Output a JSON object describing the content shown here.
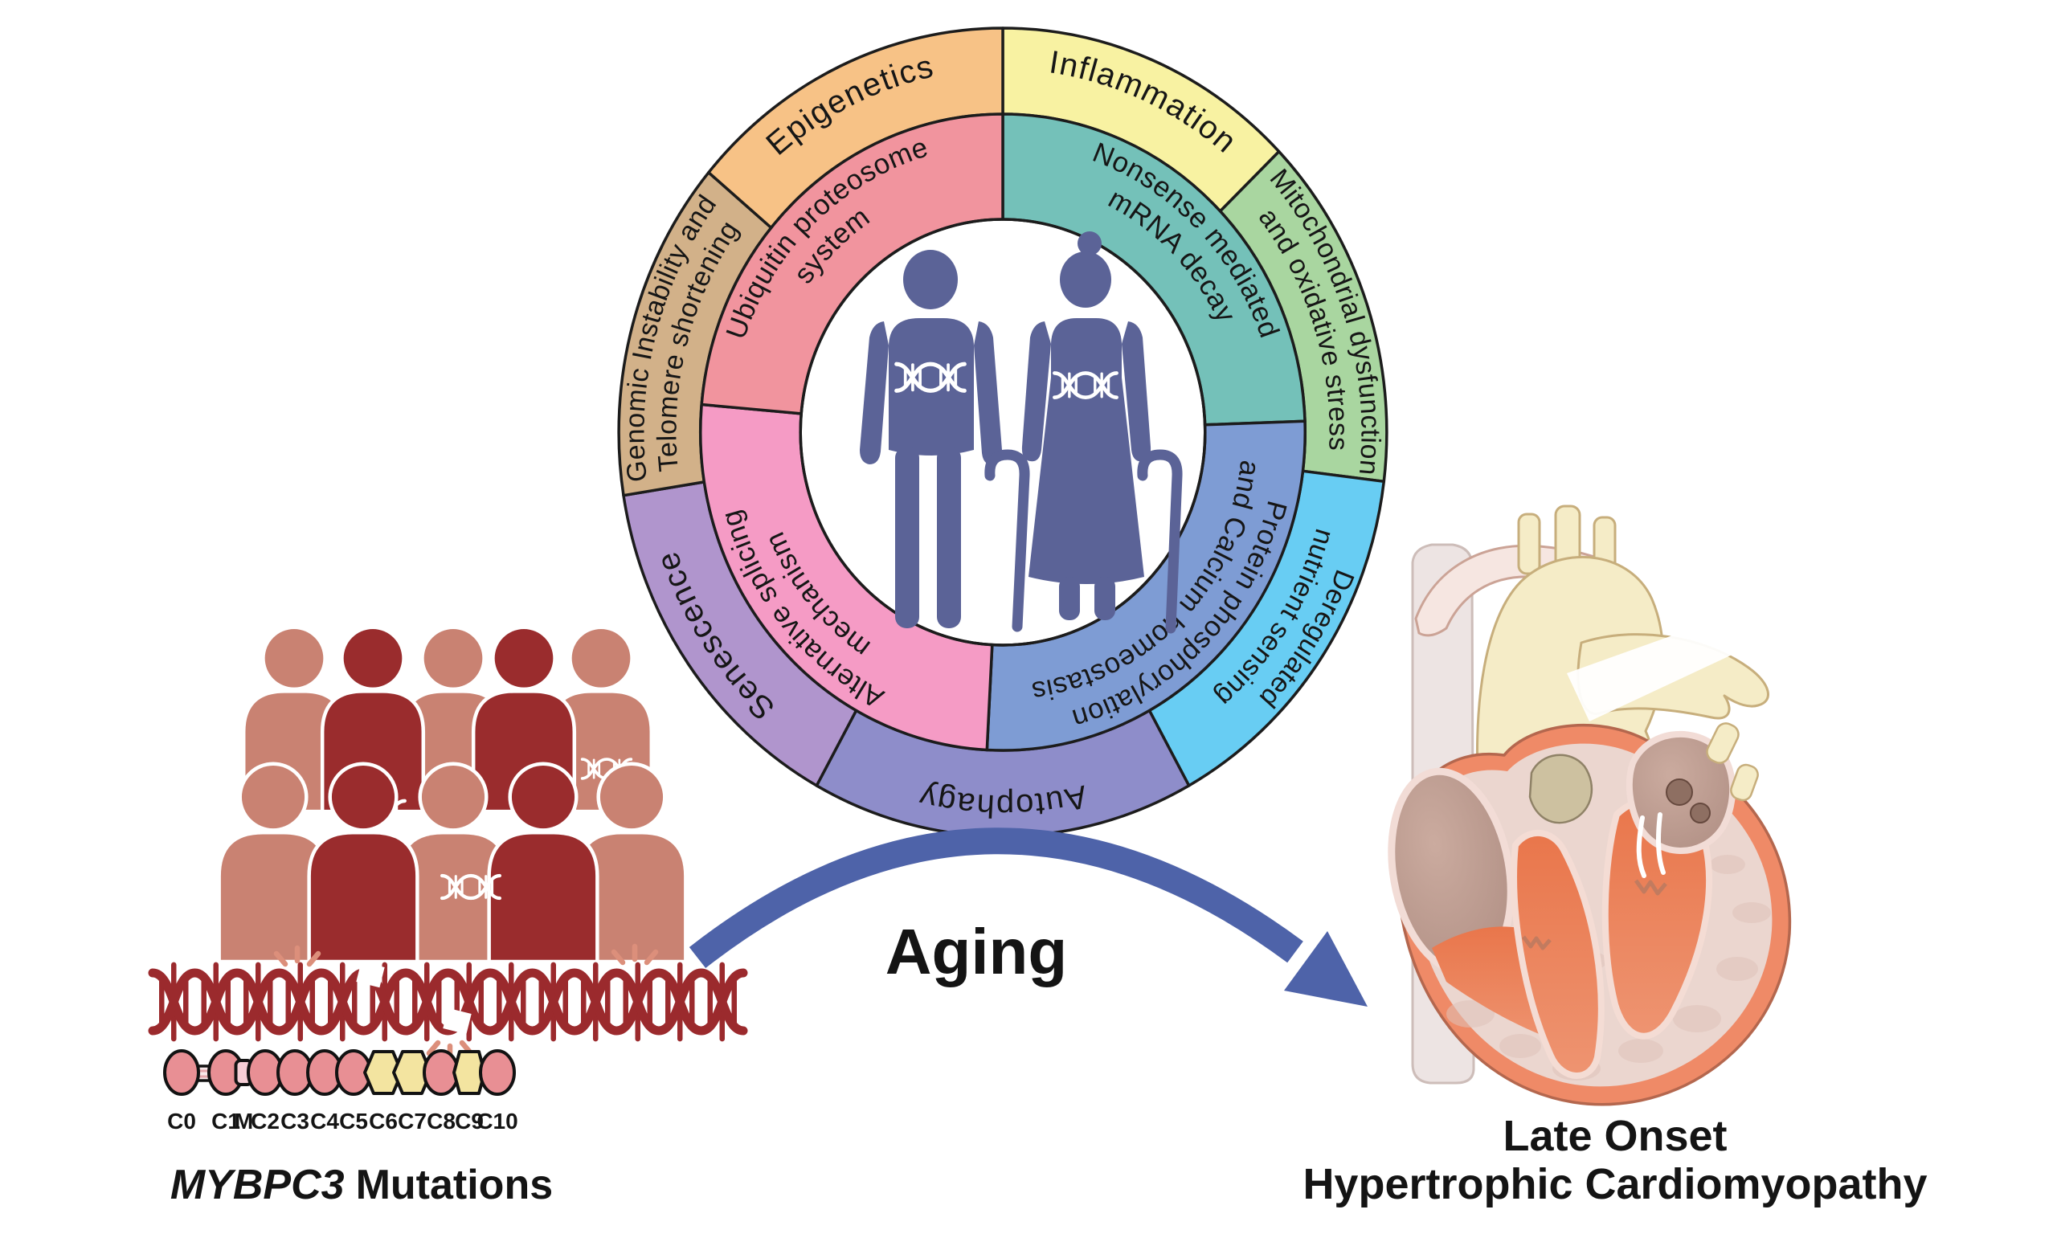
{
  "labels": {
    "aging": "Aging",
    "gene": "MYBPC3",
    "mutations_suffix": "Mutations",
    "outcome_line1": "Late Onset",
    "outcome_line2": "Hypertrophic Cardiomyopathy"
  },
  "ring": {
    "center_icon": "elderly-couple-with-dna-icon",
    "outer_segments": [
      {
        "label": "Inflammation",
        "lines": [
          "Inflammation"
        ],
        "color": "#F8F2A2",
        "a1": 0,
        "a2": 46
      },
      {
        "label": "Mitochondrial dysfunction and oxidative stress",
        "lines": [
          "Mitochondrial dysfunction",
          "and oxidative stress"
        ],
        "color": "#A9D6A0",
        "a1": 46,
        "a2": 97
      },
      {
        "label": "Deregulated nutrient sensing",
        "lines": [
          "Deregulated",
          "nutrient sensing"
        ],
        "color": "#68CDF3",
        "a1": 97,
        "a2": 151
      },
      {
        "label": "Autophagy",
        "lines": [
          "Autophagy"
        ],
        "color": "#8E8DCA",
        "a1": 151,
        "a2": 209
      },
      {
        "label": "Senescence",
        "lines": [
          "Senescence"
        ],
        "color": "#B095CD",
        "a1": 209,
        "a2": 261
      },
      {
        "label": "Genomic Instability and Telomere shortening",
        "lines": [
          "Genomic Instability and",
          "Telomere shortening"
        ],
        "color": "#D2B189",
        "a1": 261,
        "a2": 310
      },
      {
        "label": "Epigenetics",
        "lines": [
          "Epigenetics"
        ],
        "color": "#F7C286",
        "a1": 310,
        "a2": 360
      }
    ],
    "inner_segments": [
      {
        "label": "Nonsense mediated mRNA decay",
        "lines": [
          "Nonsense mediated",
          "mRNA decay"
        ],
        "color": "#74C1B9",
        "a1": 0,
        "a2": 88
      },
      {
        "label": "Protein phosphorylation and Calcium homeostasis",
        "lines": [
          "Protein phosphorylation",
          "and Calcium homeostasis"
        ],
        "color": "#7E9CD4",
        "a1": 88,
        "a2": 183
      },
      {
        "label": "Alternative splicing mechanism",
        "lines": [
          "Alternative splicing",
          "mechanism"
        ],
        "color": "#F59BC5",
        "a1": 183,
        "a2": 275
      },
      {
        "label": "Ubiquitin proteosome system",
        "lines": [
          "Ubiquitin proteosome",
          "system"
        ],
        "color": "#F1949E",
        "a1": 275,
        "a2": 360
      }
    ]
  },
  "cohort": {
    "person_icon": "person-icon",
    "dna_icon": "dna-helix-icon",
    "rows": [
      [
        {
          "tone": "light",
          "dna": false
        },
        {
          "tone": "dark",
          "dna": true
        },
        {
          "tone": "light",
          "dna": false
        },
        {
          "tone": "dark",
          "dna": false
        },
        {
          "tone": "light",
          "dna": true
        }
      ],
      [
        {
          "tone": "light",
          "dna": false
        },
        {
          "tone": "dark",
          "dna": false
        },
        {
          "tone": "light",
          "dna": true
        },
        {
          "tone": "dark",
          "dna": false
        },
        {
          "tone": "light",
          "dna": false
        }
      ]
    ]
  },
  "gene_diagram": {
    "dna_icon": "mutated-dna-strand-icon",
    "mutation_spark_count": 3,
    "domains": [
      {
        "label": "C0",
        "shape": "ellipse"
      },
      {
        "label": "C1",
        "shape": "ellipse"
      },
      {
        "label": "M",
        "shape": "motif"
      },
      {
        "label": "C2",
        "shape": "ellipse"
      },
      {
        "label": "C3",
        "shape": "ellipse"
      },
      {
        "label": "C4",
        "shape": "ellipse"
      },
      {
        "label": "C5",
        "shape": "ellipse"
      },
      {
        "label": "C6",
        "shape": "hexagon"
      },
      {
        "label": "C7",
        "shape": "hexagon"
      },
      {
        "label": "C8",
        "shape": "ellipse"
      },
      {
        "label": "C9",
        "shape": "hexagon"
      },
      {
        "label": "C10",
        "shape": "ellipse"
      }
    ]
  },
  "colors": {
    "text": "#141414",
    "arrow": "#4E63A9",
    "couple": "#5B6397",
    "person_light": "#C98272",
    "person_dark": "#9A2C2D",
    "dna_strand": "#9B2A2D",
    "spark": "#DC8F7B",
    "domain_ellipse": "#E88F94",
    "domain_hex": "#F3E4A0",
    "domain_motif": "#F6CED6",
    "heart_outer": "#EF8A67",
    "heart_wall": "#EBD6CF",
    "heart_chamber": "#E9764B",
    "aorta_cream": "#F5ECC7",
    "vessel_pink": "#F6E6E1",
    "vessel_grey": "#EDE4E3"
  }
}
